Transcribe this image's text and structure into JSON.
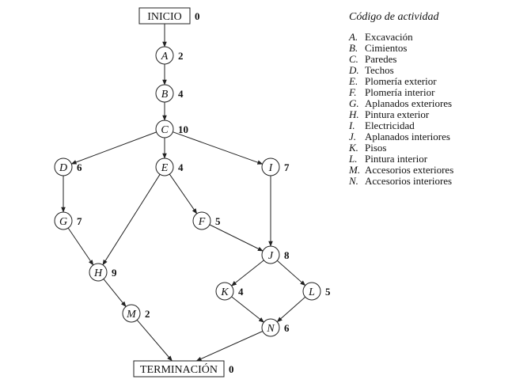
{
  "diagram": {
    "nodes": [
      {
        "id": "INICIO",
        "label": "INICIO",
        "duration": "0",
        "shape": "box"
      },
      {
        "id": "A",
        "label": "A",
        "duration": "2",
        "shape": "circle"
      },
      {
        "id": "B",
        "label": "B",
        "duration": "4",
        "shape": "circle"
      },
      {
        "id": "C",
        "label": "C",
        "duration": "10",
        "shape": "circle"
      },
      {
        "id": "D",
        "label": "D",
        "duration": "6",
        "shape": "circle"
      },
      {
        "id": "E",
        "label": "E",
        "duration": "4",
        "shape": "circle"
      },
      {
        "id": "I",
        "label": "I",
        "duration": "7",
        "shape": "circle"
      },
      {
        "id": "G",
        "label": "G",
        "duration": "7",
        "shape": "circle"
      },
      {
        "id": "F",
        "label": "F",
        "duration": "5",
        "shape": "circle"
      },
      {
        "id": "J",
        "label": "J",
        "duration": "8",
        "shape": "circle"
      },
      {
        "id": "H",
        "label": "H",
        "duration": "9",
        "shape": "circle"
      },
      {
        "id": "K",
        "label": "K",
        "duration": "4",
        "shape": "circle"
      },
      {
        "id": "L",
        "label": "L",
        "duration": "5",
        "shape": "circle"
      },
      {
        "id": "M",
        "label": "M",
        "duration": "2",
        "shape": "circle"
      },
      {
        "id": "N",
        "label": "N",
        "duration": "6",
        "shape": "circle"
      },
      {
        "id": "TERMINACION",
        "label": "TERMINACIÓN",
        "duration": "0",
        "shape": "box"
      }
    ],
    "edges": [
      [
        "INICIO",
        "A"
      ],
      [
        "A",
        "B"
      ],
      [
        "B",
        "C"
      ],
      [
        "C",
        "D"
      ],
      [
        "C",
        "E"
      ],
      [
        "C",
        "I"
      ],
      [
        "D",
        "G"
      ],
      [
        "G",
        "H"
      ],
      [
        "E",
        "H"
      ],
      [
        "E",
        "F"
      ],
      [
        "F",
        "J"
      ],
      [
        "I",
        "J"
      ],
      [
        "J",
        "K"
      ],
      [
        "J",
        "L"
      ],
      [
        "K",
        "N"
      ],
      [
        "L",
        "N"
      ],
      [
        "H",
        "M"
      ],
      [
        "M",
        "TERMINACION"
      ],
      [
        "N",
        "TERMINACION"
      ]
    ]
  },
  "legend": {
    "title": "Código de actividad",
    "items": [
      {
        "code": "A.",
        "name": "Excavación"
      },
      {
        "code": "B.",
        "name": "Cimientos"
      },
      {
        "code": "C.",
        "name": "Paredes"
      },
      {
        "code": "D.",
        "name": "Techos"
      },
      {
        "code": "E.",
        "name": "Plomería exterior"
      },
      {
        "code": "F.",
        "name": "Plomería interior"
      },
      {
        "code": "G.",
        "name": "Aplanados exteriores"
      },
      {
        "code": "H.",
        "name": "Pintura exterior"
      },
      {
        "code": "I.",
        "name": "Electricidad"
      },
      {
        "code": "J.",
        "name": "Aplanados interiores"
      },
      {
        "code": "K.",
        "name": "Pisos"
      },
      {
        "code": "L.",
        "name": "Pintura interior"
      },
      {
        "code": "M.",
        "name": "Accesorios exteriores"
      },
      {
        "code": "N.",
        "name": "Accesorios interiores"
      }
    ]
  }
}
